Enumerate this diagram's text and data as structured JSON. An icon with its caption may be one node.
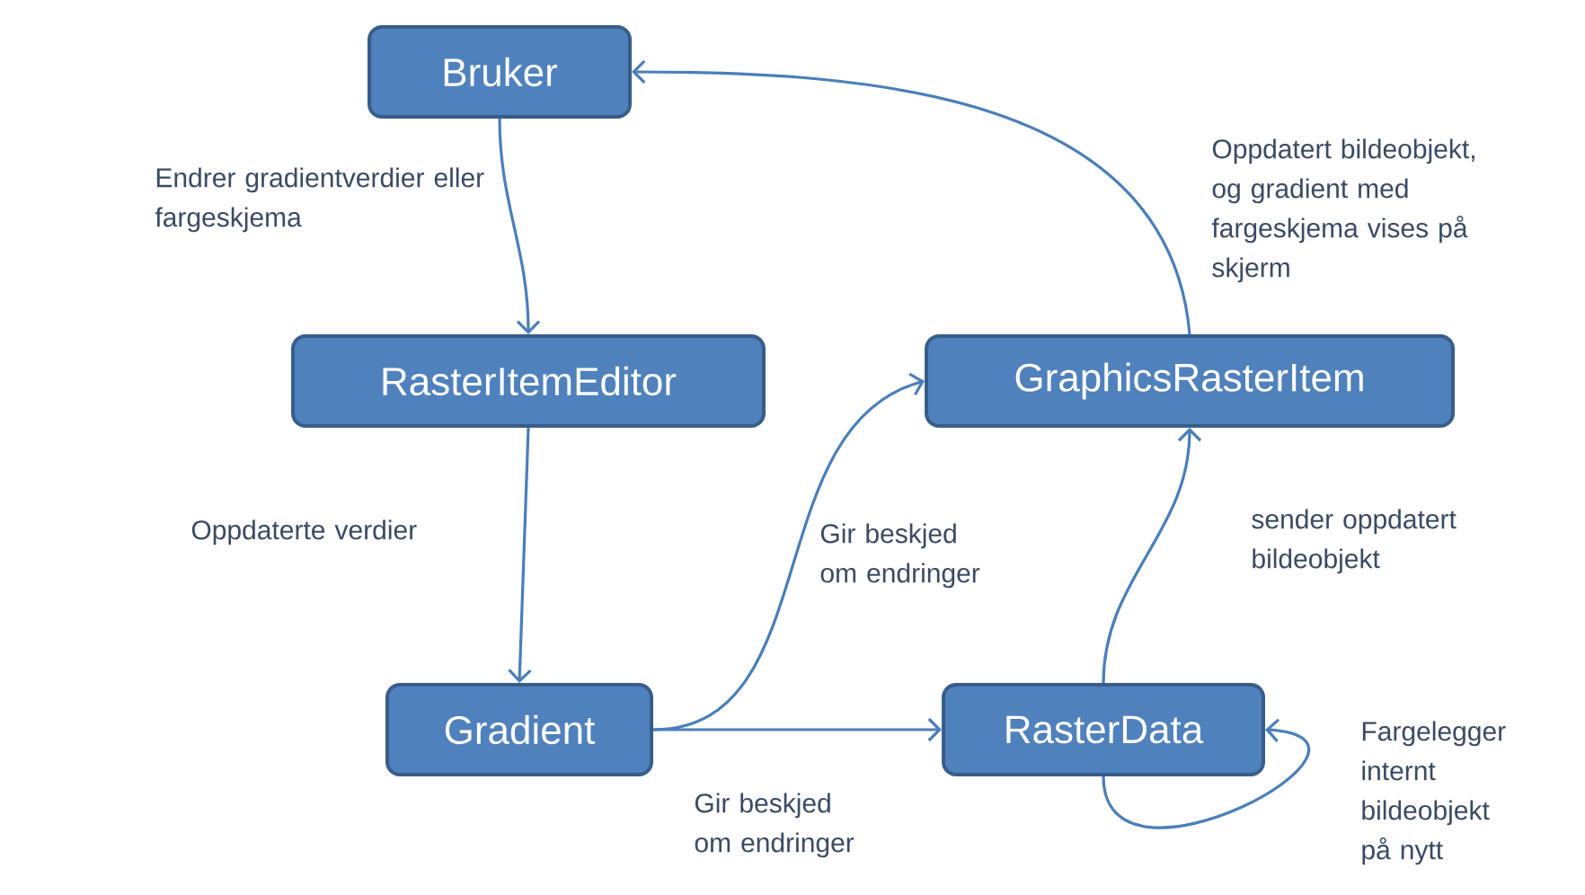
{
  "diagram": {
    "nodes": [
      {
        "text": [
          "Bruker"
        ]
      },
      {
        "text": [
          "RasterItemEditor"
        ]
      },
      {
        "text": [
          "GraphicsRasterItem"
        ]
      },
      {
        "text": [
          "Gradient"
        ]
      },
      {
        "text": [
          "RasterData"
        ]
      }
    ],
    "edges": [
      {
        "from": 0,
        "to": 1,
        "arrow": "to",
        "label": "Endrer gradientverdier eller fargeskjema"
      },
      {
        "from": 1,
        "to": 3,
        "arrow": "to",
        "label": "Oppdaterte verdier"
      },
      {
        "from": 3,
        "to": 2,
        "arrow": "to",
        "label": "Gir beskjed om endringer"
      },
      {
        "from": 3,
        "to": 4,
        "arrow": "to",
        "label": "Gir beskjed om endringer"
      },
      {
        "from": 4,
        "to": 2,
        "arrow": "to",
        "label": "sender oppdatert bildeobjekt"
      },
      {
        "from": 2,
        "to": 0,
        "arrow": "to",
        "label": "Oppdatert bildeobjekt, og gradient med fargeskjema vises på skjerm"
      },
      {
        "from": 4,
        "to": 4,
        "arrow": "to",
        "label": "Fargelegger internt bildeobjekt på nytt"
      }
    ]
  }
}
